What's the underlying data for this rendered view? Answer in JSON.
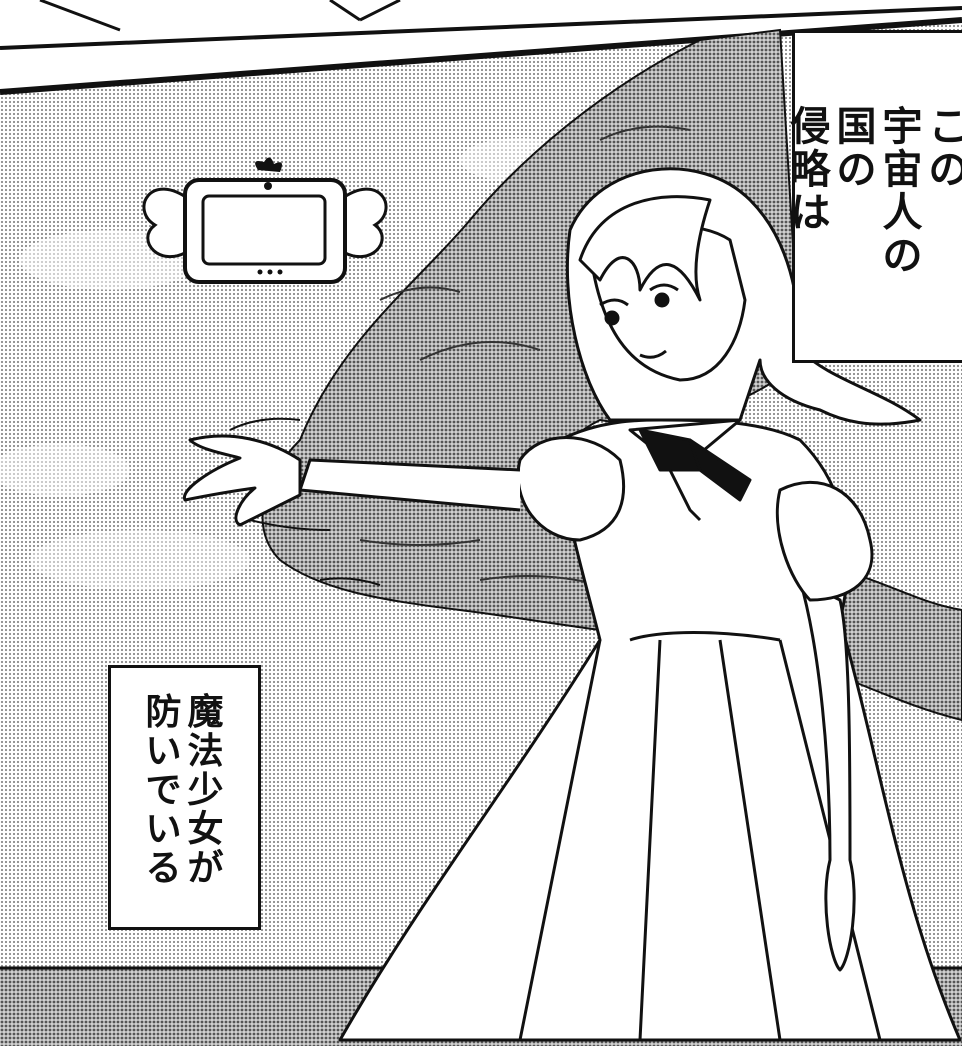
{
  "panel": {
    "type": "manga-panel",
    "colors": {
      "ink": "#111111",
      "paper": "#ffffff",
      "tone_sky": "#c9c9c9",
      "tone_cloud": "#a9a9a9",
      "tone_ground": "#bdbdbd"
    }
  },
  "captions": {
    "top": {
      "columns": [
        "この",
        "宇宙人の",
        "国の",
        "侵略は"
      ]
    },
    "bottom": {
      "columns": [
        "魔法少女が",
        "防いでいる"
      ]
    }
  },
  "props": {
    "winged_tv": {
      "icon": "winged-tv-icon"
    }
  },
  "character": {
    "name_icon": "magical-girl-figure"
  }
}
